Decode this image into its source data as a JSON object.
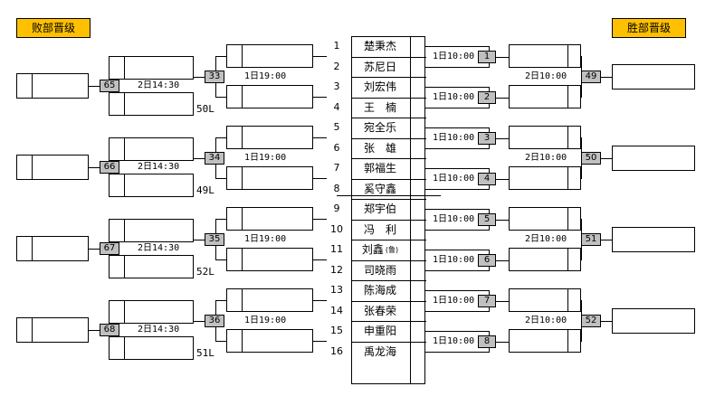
{
  "headers": {
    "losers": "败部晋级",
    "winners": "胜部晋级"
  },
  "players": [
    {
      "seed": "1",
      "name": "楚秉杰"
    },
    {
      "seed": "2",
      "name": "苏尼日"
    },
    {
      "seed": "3",
      "name": "刘宏伟"
    },
    {
      "seed": "4",
      "name": "王　楠"
    },
    {
      "seed": "5",
      "name": "宛全乐"
    },
    {
      "seed": "6",
      "name": "张　雄"
    },
    {
      "seed": "7",
      "name": "郭福生"
    },
    {
      "seed": "8",
      "name": "奚守鑫"
    },
    {
      "seed": "9",
      "name": "郑宇伯"
    },
    {
      "seed": "10",
      "name": "冯　利"
    },
    {
      "seed": "11",
      "name": "刘鑫",
      "mark": "(鲁)"
    },
    {
      "seed": "12",
      "name": "司晓雨"
    },
    {
      "seed": "13",
      "name": "陈海成"
    },
    {
      "seed": "14",
      "name": "张春荣"
    },
    {
      "seed": "15",
      "name": "申重阳"
    },
    {
      "seed": "16",
      "name": "禹龙海"
    }
  ],
  "first_round": [
    {
      "match": "1",
      "time": "1日10:00"
    },
    {
      "match": "2",
      "time": "1日10:00"
    },
    {
      "match": "3",
      "time": "1日10:00"
    },
    {
      "match": "4",
      "time": "1日10:00"
    },
    {
      "match": "5",
      "time": "1日10:00"
    },
    {
      "match": "6",
      "time": "1日10:00"
    },
    {
      "match": "7",
      "time": "1日10:00"
    },
    {
      "match": "8",
      "time": "1日10:00"
    }
  ],
  "winners_round2": [
    {
      "match": "49",
      "time": "2日10:00"
    },
    {
      "match": "50",
      "time": "2日10:00"
    },
    {
      "match": "51",
      "time": "2日10:00"
    },
    {
      "match": "52",
      "time": "2日10:00"
    }
  ],
  "losers_round1": [
    {
      "match": "33",
      "time": "1日19:00"
    },
    {
      "match": "34",
      "time": "1日19:00"
    },
    {
      "match": "35",
      "time": "1日19:00"
    },
    {
      "match": "36",
      "time": "1日19:00"
    }
  ],
  "losers_round2": [
    {
      "match": "65",
      "time": "2日14:30",
      "dropin": "50L"
    },
    {
      "match": "66",
      "time": "2日14:30",
      "dropin": "49L"
    },
    {
      "match": "67",
      "time": "2日14:30",
      "dropin": "52L"
    },
    {
      "match": "68",
      "time": "2日14:30",
      "dropin": "51L"
    }
  ],
  "colors": {
    "header": "#fec000",
    "badge": "#c0c0c0",
    "line": "#000000"
  }
}
